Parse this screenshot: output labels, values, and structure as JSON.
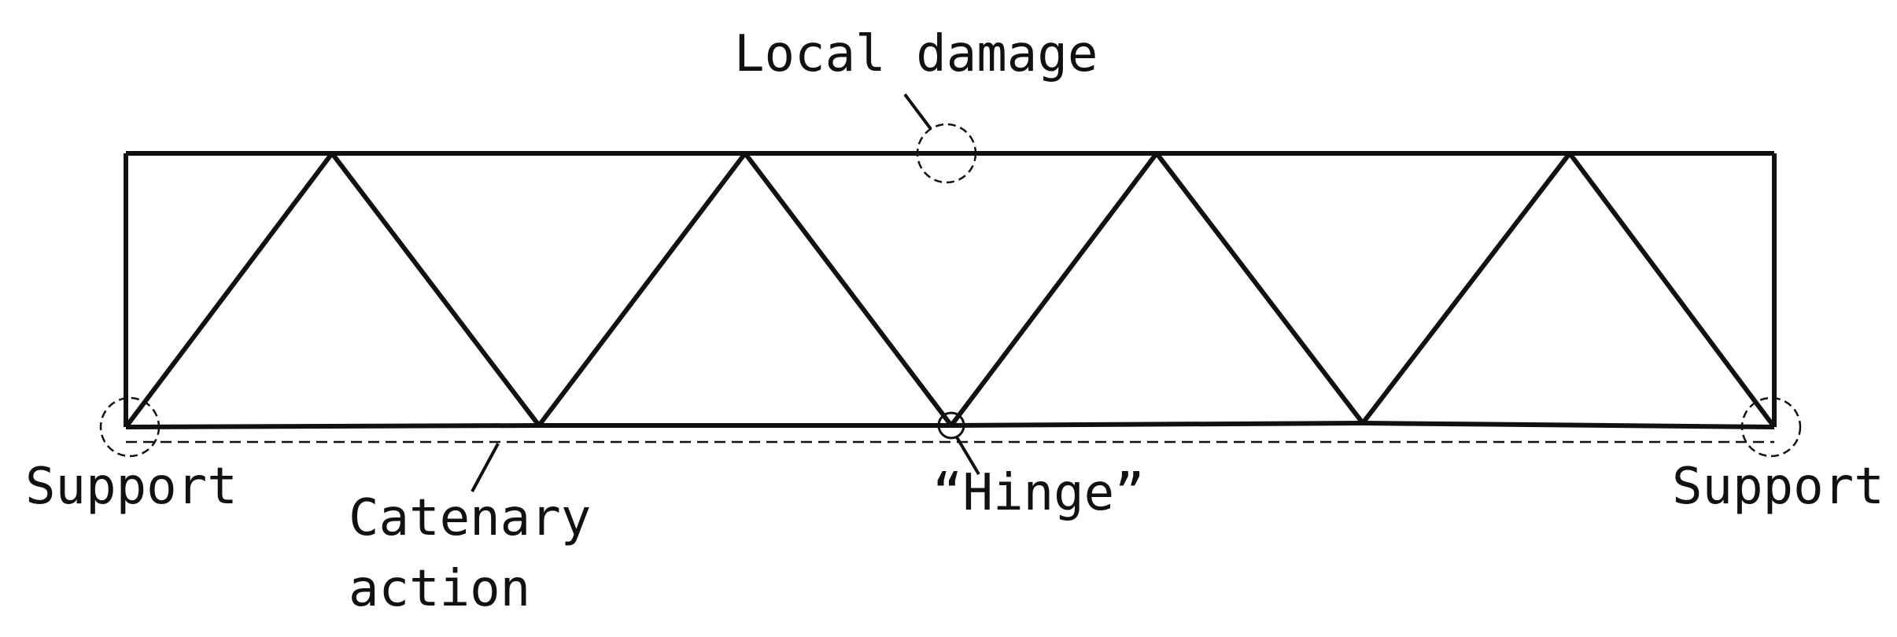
{
  "labels": {
    "local_damage": "Local damage",
    "support_left": "Support",
    "support_right": "Support",
    "catenary_line1": "Catenary",
    "catenary_line2": "action",
    "hinge": "“Hinge”"
  },
  "colors": {
    "stroke": "#111111",
    "background": "#ffffff"
  }
}
